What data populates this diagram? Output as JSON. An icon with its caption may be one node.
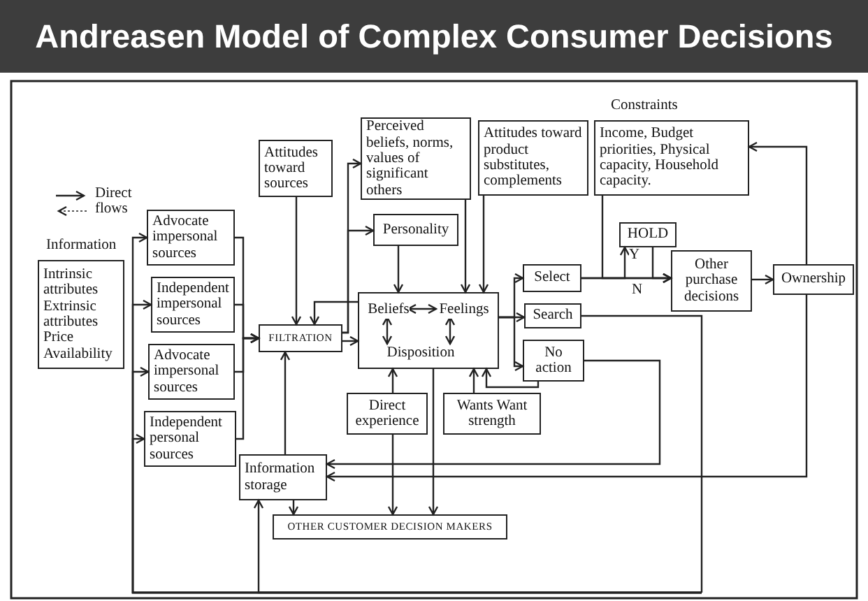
{
  "diagram": {
    "title": "Andreasen Model of Complex Consumer Decisions",
    "nodes": [
      {
        "text": [
          "Information",
          "Intrinsic attributes Extrinsic attributes Price Availability"
        ]
      },
      {
        "text": [
          "Advocate impersonal sources"
        ]
      },
      {
        "text": [
          "Independent impersonal sources"
        ]
      },
      {
        "text": [
          "Advocate impersonal sources"
        ]
      },
      {
        "text": [
          "Independent personal sources"
        ]
      },
      {
        "text": [
          "Attitudes toward sources"
        ]
      },
      {
        "text": [
          "FILTRATION"
        ]
      },
      {
        "text": [
          "Perceived beliefs, norms, values of significant others"
        ]
      },
      {
        "text": [
          "Attitudes toward product substitutes, complements"
        ]
      },
      {
        "text": [
          "Personality"
        ]
      },
      {
        "text": [],
        "shape": "box"
      },
      {
        "text": [
          "Beliefs"
        ],
        "in": 10
      },
      {
        "text": [
          "Feelings"
        ],
        "in": 10
      },
      {
        "text": [
          "Disposition"
        ],
        "in": 10
      },
      {
        "text": [
          "Select"
        ]
      },
      {
        "text": [
          "Search"
        ]
      },
      {
        "text": [
          "No action"
        ]
      },
      {
        "text": [
          "Direct experience"
        ]
      },
      {
        "text": [
          "Wants Want strength"
        ]
      },
      {
        "text": [
          "Information storage"
        ]
      },
      {
        "text": [
          "OTHER CUSTOMER DECISION MAKERS"
        ]
      },
      {
        "text": [
          "Constraints",
          "Income, Budget priorities, Physical capacity, Household capacity."
        ]
      },
      {
        "text": [
          "HOLD"
        ]
      },
      {
        "text": [
          "Other purchase decisions"
        ]
      },
      {
        "text": [
          "Ownership"
        ]
      }
    ],
    "edges": [
      {
        "from": 1,
        "to": 6,
        "arrow": "to"
      },
      {
        "from": 2,
        "to": 6,
        "arrow": "to"
      },
      {
        "from": 3,
        "to": 6,
        "arrow": "to"
      },
      {
        "from": 4,
        "to": 6,
        "arrow": "to"
      },
      {
        "from": 5,
        "to": 6,
        "arrow": "to"
      },
      {
        "from": 10,
        "to": 6,
        "arrow": "to"
      },
      {
        "from": 19,
        "to": 6,
        "arrow": "to"
      },
      {
        "from": 6,
        "to": 7,
        "arrow": "to"
      },
      {
        "from": 6,
        "to": 9,
        "arrow": "to"
      },
      {
        "from": 6,
        "to": 10,
        "arrow": "to"
      },
      {
        "from": 7,
        "to": 10,
        "arrow": "to"
      },
      {
        "from": 8,
        "to": 10,
        "arrow": "to"
      },
      {
        "from": 9,
        "to": 10,
        "arrow": "to"
      },
      {
        "from": 11,
        "to": 12,
        "arrow": "both"
      },
      {
        "from": 11,
        "to": 13,
        "arrow": "both"
      },
      {
        "from": 12,
        "to": 13,
        "arrow": "both"
      },
      {
        "from": 10,
        "to": 14,
        "arrow": "to"
      },
      {
        "from": 10,
        "to": 15,
        "arrow": "to"
      },
      {
        "from": 10,
        "to": 16,
        "arrow": "to"
      },
      {
        "from": 17,
        "to": 10,
        "arrow": "to"
      },
      {
        "from": 18,
        "to": 10,
        "arrow": "to"
      },
      {
        "from": 16,
        "to": 10,
        "arrow": "to"
      },
      {
        "from": 17,
        "to": 20,
        "arrow": "to"
      },
      {
        "from": 10,
        "to": 20,
        "arrow": "to"
      },
      {
        "from": 19,
        "to": 20,
        "arrow": "to"
      },
      {
        "from": 14,
        "to": 23,
        "arrow": "to"
      },
      {
        "from": 21,
        "to": 23,
        "arrow": "to"
      },
      {
        "from": 14,
        "to": 22,
        "arrow": "to"
      },
      {
        "from": 22,
        "to": 23,
        "arrow": "to"
      },
      {
        "from": 23,
        "to": 24,
        "arrow": "to"
      },
      {
        "from": 24,
        "to": 21,
        "arrow": "to"
      },
      {
        "from": 24,
        "to": 19,
        "arrow": "to"
      },
      {
        "from": 16,
        "to": 19,
        "arrow": "to"
      },
      {
        "from": 15,
        "to": 1,
        "arrow": "to"
      },
      {
        "from": 15,
        "to": 2,
        "arrow": "to"
      },
      {
        "from": 15,
        "to": 3,
        "arrow": "to"
      },
      {
        "from": 15,
        "to": 4,
        "arrow": "to"
      },
      {
        "from": 15,
        "to": 19,
        "arrow": "to"
      }
    ],
    "labels": [
      "Y",
      "N"
    ],
    "legend": [
      {
        "text": "Direct"
      },
      {
        "text": "flows"
      }
    ]
  }
}
